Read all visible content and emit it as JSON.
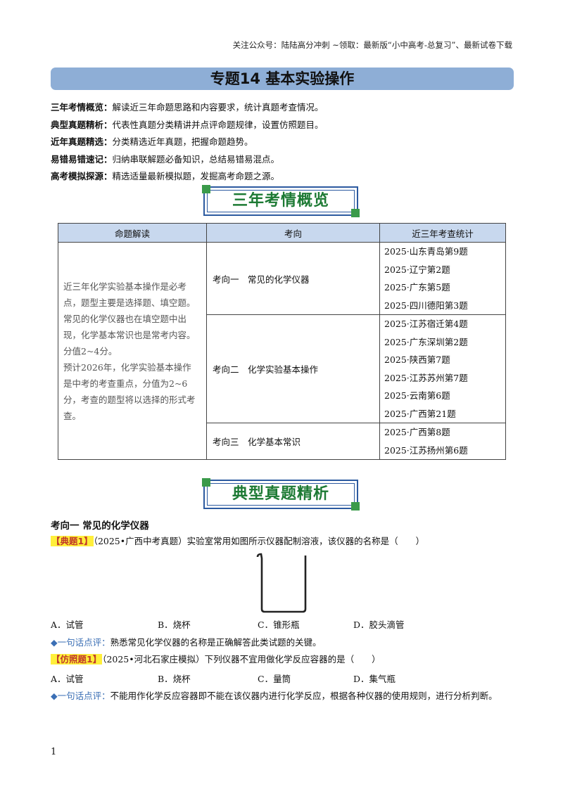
{
  "header_note": "关注公众号：陆陆高分冲刺 ~领取：最新版“小中高考-总复习”、最新试卷下载",
  "title": "专题14 基本实验操作",
  "intro": [
    {
      "label": "三年考情概览：",
      "text": "解读近三年命题思路和内容要求，统计真题考查情况。"
    },
    {
      "label": "典型真题精析：",
      "text": "代表性真题分类精讲并点评命题规律，设置仿照题目。"
    },
    {
      "label": "近年真题精选：",
      "text": "分类精选近年真题，把握命题趋势。"
    },
    {
      "label": "易错易错速记：",
      "text": "归纳串联解题必备知识，总结易错易混点。"
    },
    {
      "label": "高考模拟探源：",
      "text": "精选适量最新模拟题，发掘高考命题之源。"
    }
  ],
  "banner1": "三年考情概览",
  "table": {
    "headers": [
      "命题解读",
      "考向",
      "近三年考查统计"
    ],
    "interpretation": "近三年化学实验基本操作是必考点，题型主要是选择题、填空题。常见的化学仪器也在填空题中出现，化学基本常识也是常考内容。分值2~4分。",
    "prediction": "预计2026年，化学实验基本操作是中考的考查重点，分值为2~6分，考查的题型将以选择的形式考查。",
    "rows": [
      {
        "direction": "考向一　常见的化学仪器",
        "stats": [
          "2025·山东青岛第9题",
          "2025·辽宁第2题",
          "2025·广东第5题",
          "2025·四川德阳第3题"
        ]
      },
      {
        "direction": "考向二　化学实验基本操作",
        "stats": [
          "2025·江苏宿迁第4题",
          "2025·广东深圳第2题",
          "2025·陕西第7题",
          "2025·江苏苏州第7题",
          "2025·云南第6题",
          "2025·广西第21题"
        ]
      },
      {
        "direction": "考向三　化学基本常识",
        "stats": [
          "2025·广西第8题",
          "2025·江苏扬州第6题"
        ]
      }
    ]
  },
  "banner2": "典型真题精析",
  "section1": "考向一 常见的化学仪器",
  "q1": {
    "tag": "【典题1】",
    "text": "（2025•广西中考真题）实验室常用如图所示仪器配制溶液，该仪器的名称是（　　）",
    "options": [
      "A．试管",
      "B．烧杯",
      "C．锥形瓶",
      "D．胶头滴管"
    ],
    "comment_icon": "◆一句话点评：",
    "comment": "熟悉常见化学仪器的名称是正确解答此类试题的关键。"
  },
  "q2": {
    "tag": "【仿照题1】",
    "text": "（2025•河北石家庄模拟）下列仪器不宜用做化学反应容器的是（　　）",
    "options": [
      "A．试管",
      "B．烧杯",
      "C．量筒",
      "D．集气瓶"
    ],
    "comment_icon": "◆一句话点评：",
    "comment": "不能用作化学反应容器即不能在该仪器内进行化学反应，根据各种仪器的使用规则，进行分析判断。"
  },
  "page_number": "1"
}
